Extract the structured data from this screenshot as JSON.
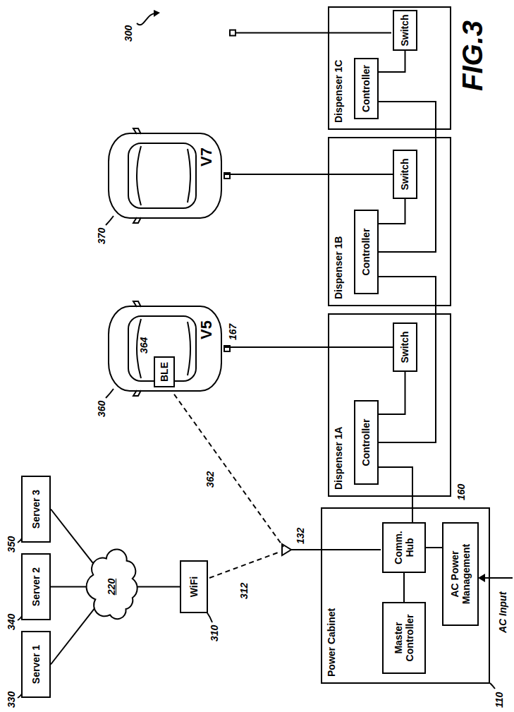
{
  "diagram": {
    "nodes": [
      {
        "text": [
          "Server 1"
        ]
      },
      {
        "text": [
          "Server 2"
        ]
      },
      {
        "text": [
          "Server 3"
        ]
      },
      {
        "text": [
          "220"
        ]
      },
      {
        "text": [
          "WiFi"
        ]
      },
      {
        "text": [
          "Power Cabinet"
        ]
      },
      {
        "text": [
          "Master Controller"
        ],
        "in": 5
      },
      {
        "text": [
          "Comm. Hub"
        ],
        "in": 5
      },
      {
        "text": [
          "AC Power Management"
        ],
        "in": 5
      },
      {
        "text": [
          "V5"
        ]
      },
      {
        "text": [
          "BLE"
        ],
        "in": 9
      },
      {
        "text": [
          "V7"
        ]
      },
      {
        "text": [
          "Dispenser 1A"
        ]
      },
      {
        "text": [
          "Controller"
        ],
        "in": 12
      },
      {
        "text": [
          "Switch"
        ],
        "in": 12
      },
      {
        "text": [
          "Dispenser 1B"
        ]
      },
      {
        "text": [
          "Controller"
        ],
        "in": 15
      },
      {
        "text": [
          "Switch"
        ],
        "in": 15
      },
      {
        "text": [
          "Dispenser 1C"
        ]
      },
      {
        "text": [
          "Controller"
        ],
        "in": 18
      },
      {
        "text": [
          "Switch"
        ],
        "in": 18
      }
    ],
    "edges": [
      {
        "from": 0,
        "to": 3,
        "arrow": "none"
      },
      {
        "from": 1,
        "to": 3,
        "arrow": "none"
      },
      {
        "from": 2,
        "to": 3,
        "arrow": "none"
      },
      {
        "from": 3,
        "to": 4,
        "arrow": "none"
      },
      {
        "from": 6,
        "to": 7,
        "arrow": "none"
      },
      {
        "from": 7,
        "to": 8,
        "arrow": "none"
      },
      {
        "from": 7,
        "to": 13,
        "arrow": "none"
      },
      {
        "from": 13,
        "to": 14,
        "arrow": "none"
      },
      {
        "from": 13,
        "to": 16,
        "arrow": "none"
      },
      {
        "from": 16,
        "to": 17,
        "arrow": "none"
      },
      {
        "from": 16,
        "to": 19,
        "arrow": "none"
      },
      {
        "from": 19,
        "to": 20,
        "arrow": "none"
      },
      {
        "from": 9,
        "to": 14,
        "arrow": "none"
      },
      {
        "from": 11,
        "to": 17,
        "arrow": "none"
      }
    ],
    "labels": [
      "FIG.3",
      "300",
      "330",
      "340",
      "350",
      "310",
      "312",
      "132",
      "362",
      "364",
      "360",
      "167",
      "370",
      "110",
      "160",
      "AC Input"
    ]
  }
}
